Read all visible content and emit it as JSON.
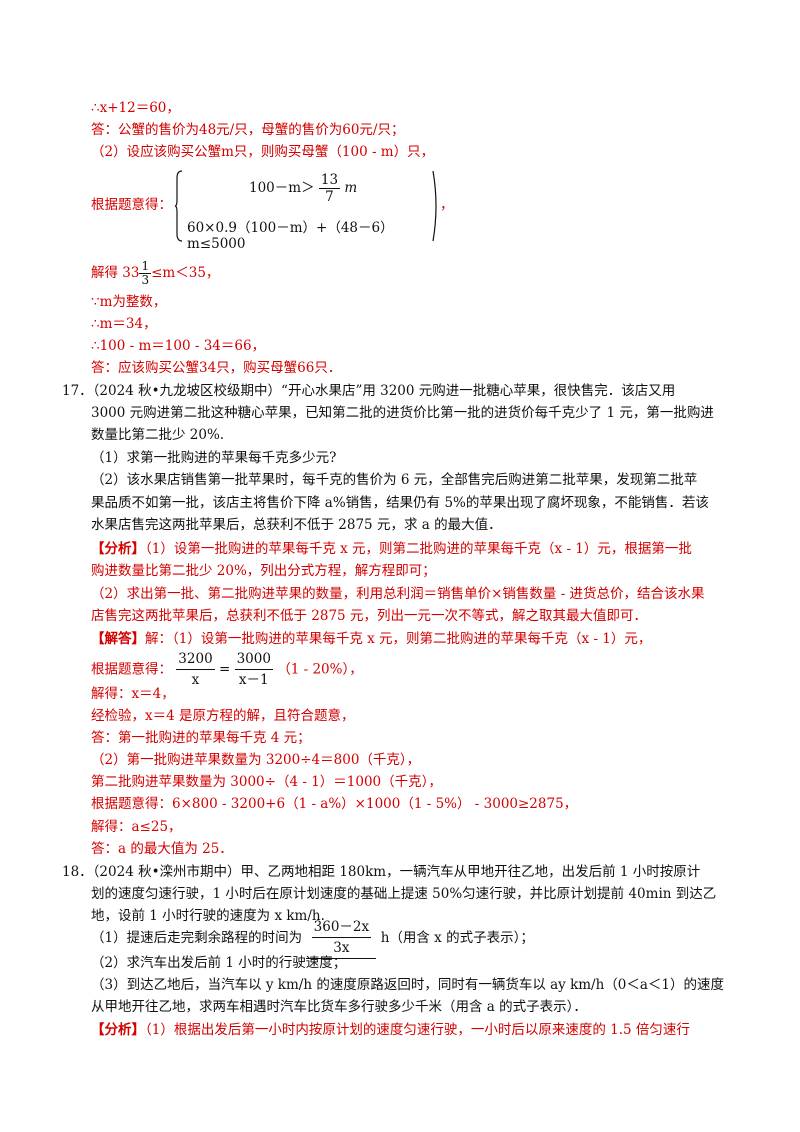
{
  "top": {
    "l1": "∴x+12＝60，",
    "l2": "答：公蟹的售价为48元/只，母蟹的售价为60元/只；",
    "l3": "（2）设应该购买公蟹m只，则购买母蟹（100 - m）只，",
    "l4_prefix": "根据题意得：",
    "eq1_left": "100－m＞",
    "eq1_num": "13",
    "eq1_den": "7",
    "eq1_right": "m",
    "eq2": "60×0.9（100－m）+（48－6）m≤5000",
    "eq_end": "，",
    "l5_prefix": "解得 33",
    "l5_num": "1",
    "l5_den": "3",
    "l5_suffix": "≤m＜35，",
    "l6": "∵m为整数，",
    "l7": "∴m＝34，",
    "l8": "∴100 - m＝100 - 34＝66，",
    "l9": "答：应该购买公蟹34只，购买母蟹66只．"
  },
  "q17": {
    "l1": "17．（2024 秋•九龙坡区校级期中）“开心水果店”用 3200 元购进一批糖心苹果，很快售完．该店又用",
    "l2": "3000 元购进第二批这种糖心苹果，已知第二批的进货价比第一批的进货价每千克少了 1 元，第一批购进",
    "l3": "数量比第二批少 20%.",
    "l4": "（1）求第一批购进的苹果每千克多少元?",
    "l5": "（2）该水果店销售第一批苹果时，每千克的售价为 6 元，全部售完后购进第二批苹果，发现第二批苹",
    "l6": "果品质不如第一批，该店主将售价下降 a%销售，结果仍有 5%的苹果出现了腐坏现象，不能销售．若该",
    "l7": "水果店售完这两批苹果后，总获利不低于 2875 元，求 a 的最大值．",
    "analysis_tag": "【分析】",
    "a1": "（1）设第一批购进的苹果每千克 x 元，则第二批购进的苹果每千克（x - 1）元，根据第一批",
    "a2": "购进数量比第二批少 20%，列出分式方程，解方程即可；",
    "a3": "（2）求出第一批、第二批购进苹果的数量，利用总利润＝销售单价×销售数量 - 进货总价，结合该水果",
    "a4": "店售完这两批苹果后，总获利不低于 2875 元，列出一元一次不等式，解之取其最大值即可．",
    "answer_tag": "【解答】",
    "s1": "解：（1）设第一批购进的苹果每千克 x 元，则第二批购进的苹果每千克（x - 1）元，",
    "s2_prefix": "根据题意得：",
    "s2_f1_num": "3200",
    "s2_f1_den": "x",
    "s2_f2_num": "3000",
    "s2_f2_den": "x－1",
    "s2_suffix": "（1 - 20%），",
    "s3": "解得：x＝4，",
    "s4": "经检验，x＝4 是原方程的解，且符合题意，",
    "s5": "答：第一批购进的苹果每千克 4 元；",
    "s6": "（2）第一批购进苹果数量为 3200÷4＝800（千克），",
    "s7": "第二批购进苹果数量为 3000÷（4 - 1）＝1000（千克），",
    "s8": "根据题意得：6×800 - 3200+6（1 - a%）×1000（1 - 5%） - 3000≥2875，",
    "s9": "解得：a≤25，",
    "s10": "答：a 的最大值为 25．"
  },
  "q18": {
    "l1": "18．（2024 秋•滦州市期中）甲、乙两地相距 180km，一辆汽车从甲地开往乙地，出发后前 1 小时按原计",
    "l2": "划的速度匀速行驶，1 小时后在原计划速度的基础上提速 50%匀速行驶，并比原计划提前 40min 到达乙",
    "l3": "地，设前 1 小时行驶的速度为 x km/h.",
    "p1_prefix": "（1）提速后走完剩余路程的时间为",
    "p1_num": "360－2x",
    "p1_den": "3x",
    "p1_suffix": "h（用含 x 的式子表示）；",
    "p2": "（2）求汽车出发后前 1 小时的行驶速度；",
    "p3": "（3）到达乙地后，当汽车以 y km/h 的速度原路返回时，同时有一辆货车以 ay km/h（0＜a＜1）的速度",
    "p4": "从甲地开往乙地，求两车相遇时汽车比货车多行驶多少千米（用含 a 的式子表示）．",
    "analysis_tag": "【分析】",
    "a1": "（1）根据出发后第一小时内按原计划的速度匀速行驶，一小时后以原来速度的 1.5 倍匀速行"
  }
}
